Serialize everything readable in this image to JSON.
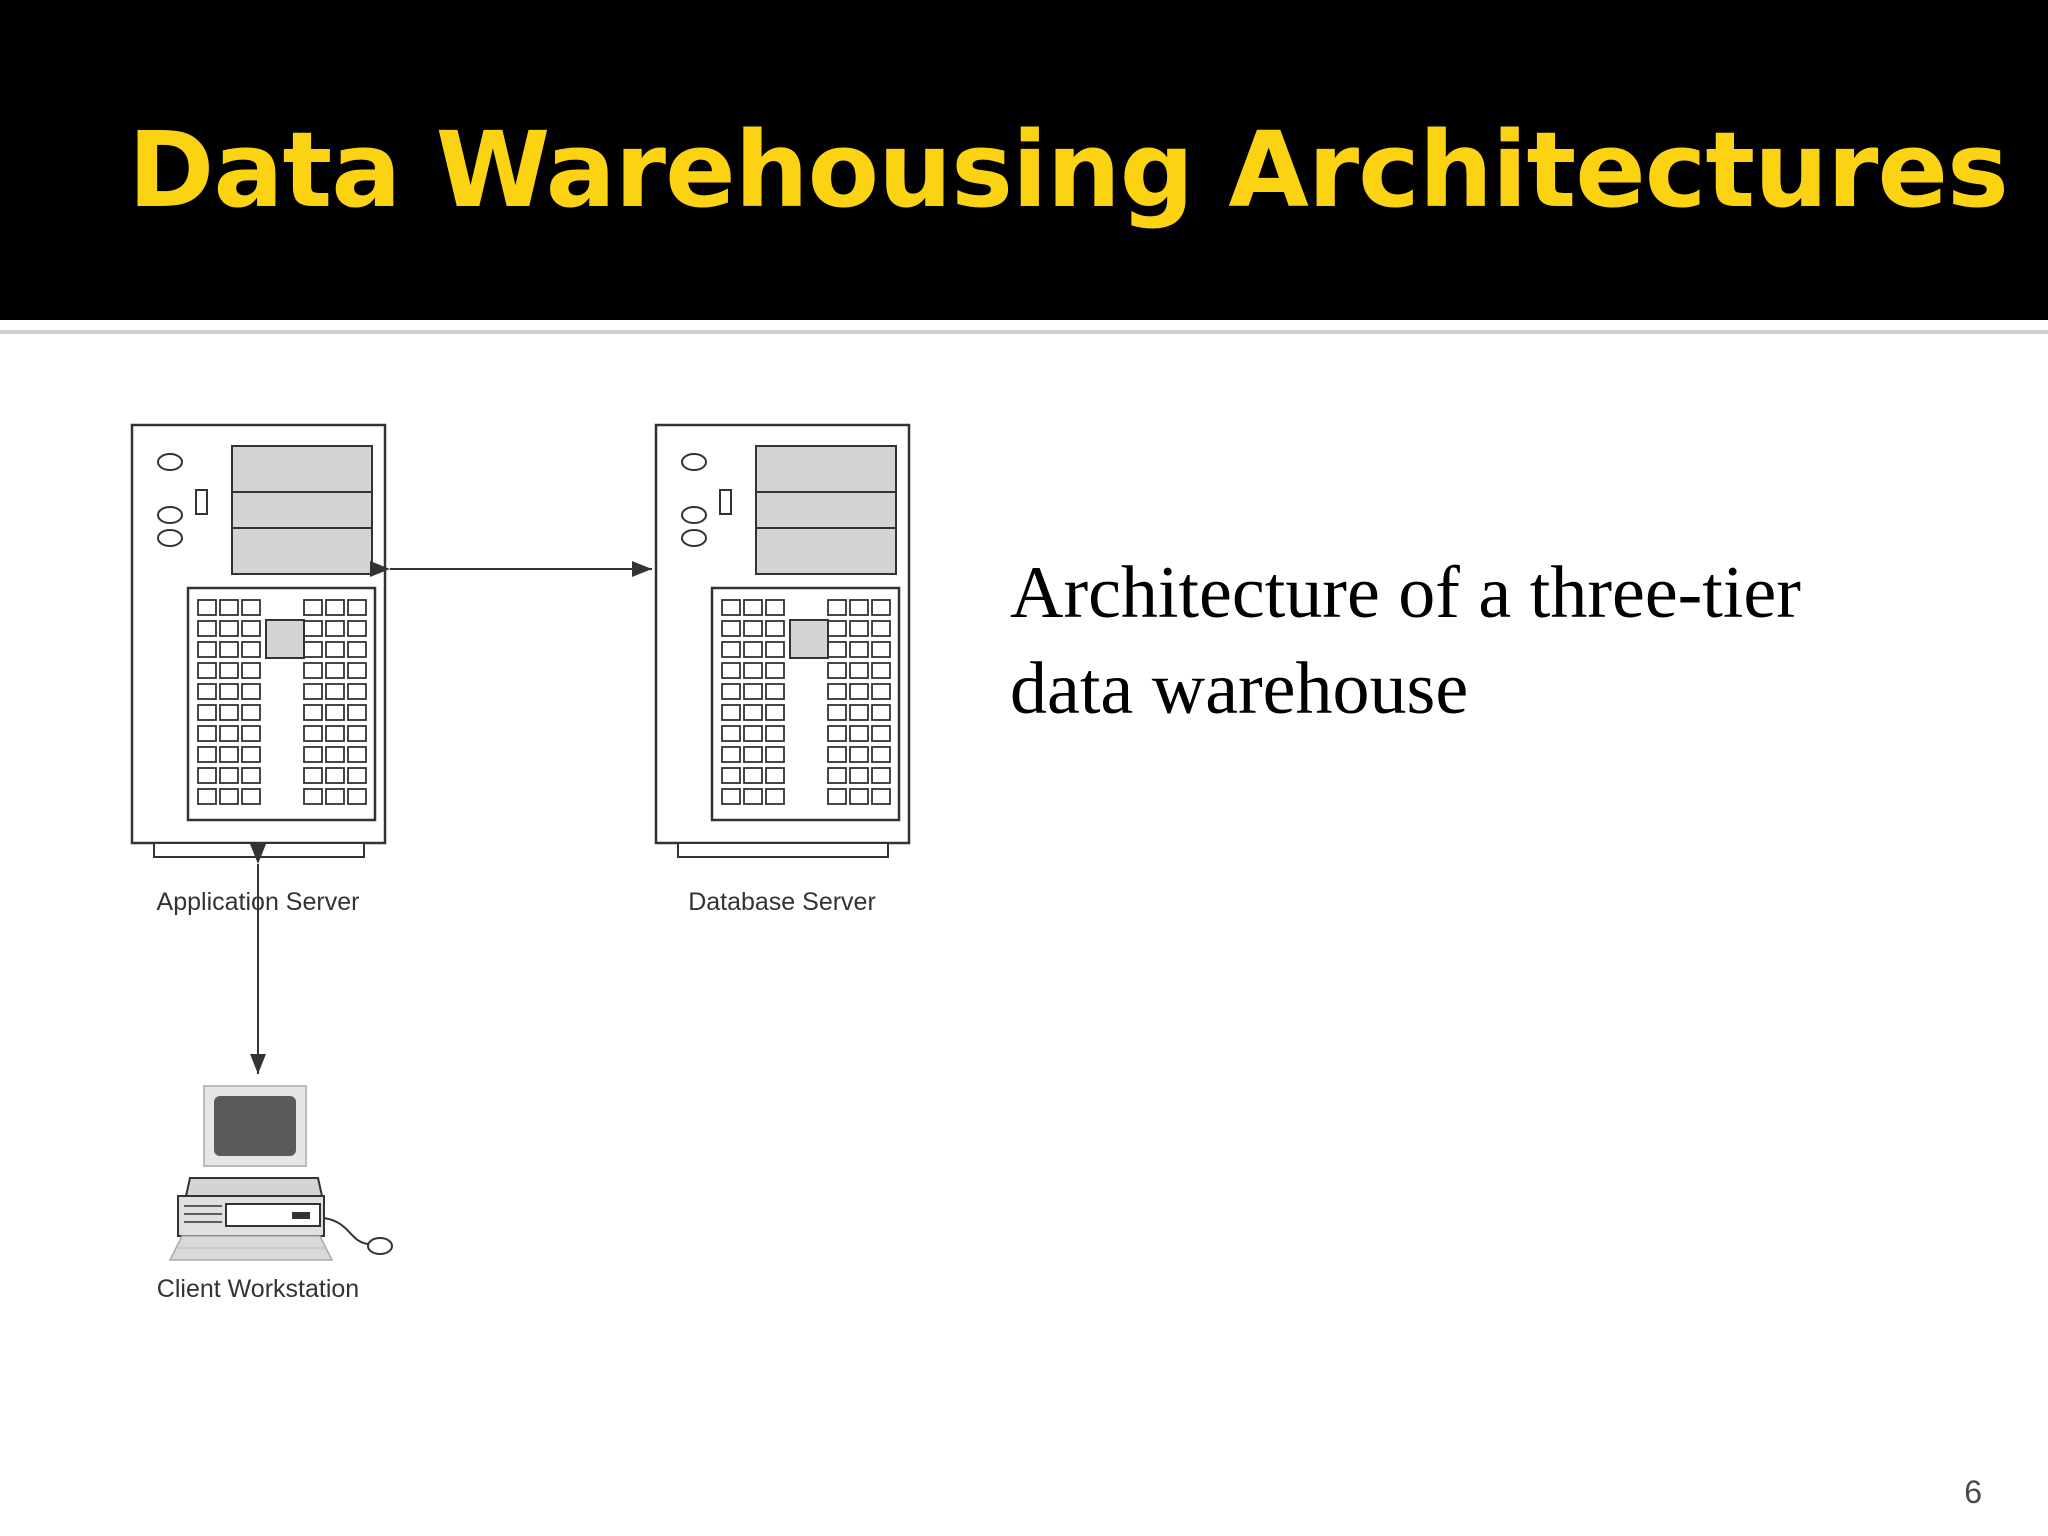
{
  "slide": {
    "title": "Data Warehousing Architectures",
    "caption_lines": [
      "Architecture of a three-tier",
      "data warehouse"
    ],
    "page_number": "6"
  },
  "diagram": {
    "nodes": {
      "application_server": "Application Server",
      "database_server": "Database Server",
      "client_workstation": "Client Workstation"
    }
  },
  "colors": {
    "title_background": "#000000",
    "title_text": "#fbd313",
    "diagram_line": "#333333",
    "diagram_fill": "#d4d4d4"
  }
}
